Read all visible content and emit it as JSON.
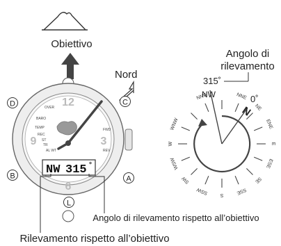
{
  "labels": {
    "target": "Obiettivo",
    "north": "Nord",
    "bearing_angle_title_line1": "Angolo di",
    "bearing_angle_title_line2": "rilevamento",
    "bearing_vs_target": "Angolo di rilevamento rispetto all’obiettivo",
    "direction_vs_target": "Rilevamento rispetto all’obiettivo"
  },
  "watch": {
    "buttons": {
      "top_left": "D",
      "top_right": "C",
      "bottom_left": "B",
      "bottom_right": "A",
      "bottom": "L"
    },
    "display": {
      "direction": "NW",
      "degrees": "315",
      "degree_mark": "°"
    },
    "dial_marks": {
      "top": "12",
      "left": "9",
      "right": "3",
      "bottom": "6"
    },
    "left_scale": [
      "OVER",
      "BARO",
      "TEMP",
      "REC",
      "ST",
      "TR",
      "AL WT"
    ],
    "right_scale": [
      "FWD",
      "REV"
    ]
  },
  "compass": {
    "reading_degrees": "315˚",
    "north_zero": "0˚",
    "north_letter": "N",
    "points": [
      "NNE",
      "NE",
      "ENE",
      "E",
      "ESE",
      "SE",
      "SSE",
      "S",
      "SSW",
      "SW",
      "WSW",
      "W",
      "WNW",
      "NW",
      "NNW"
    ]
  }
}
